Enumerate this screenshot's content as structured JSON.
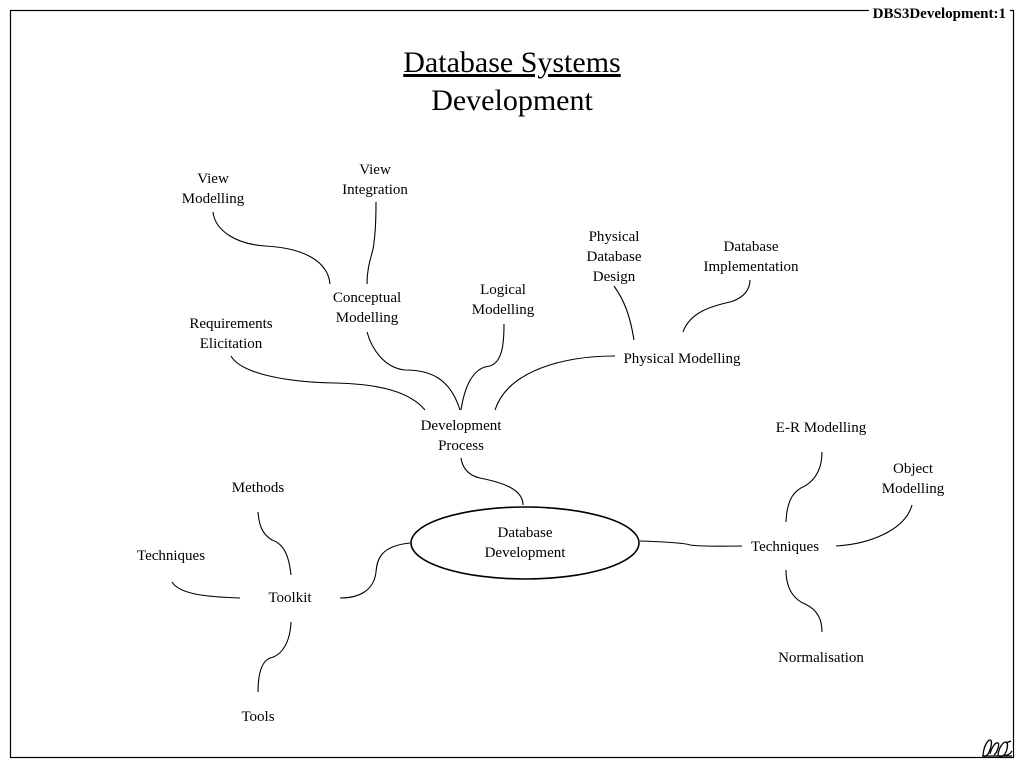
{
  "slide": {
    "tag": "DBS3Development:1",
    "title_line1": "Database Systems",
    "title_line2": "Development"
  },
  "nodes": {
    "database_development": "Database\nDevelopment",
    "development_process": "Development\nProcess",
    "requirements_elicitation": "Requirements\nElicitation",
    "conceptual_modelling": "Conceptual\nModelling",
    "view_modelling": "View\nModelling",
    "view_integration": "View\nIntegration",
    "logical_modelling": "Logical\nModelling",
    "physical_modelling": "Physical Modelling",
    "physical_database_design": "Physical\nDatabase\nDesign",
    "database_implementation": "Database\nImplementation",
    "toolkit": "Toolkit",
    "methods": "Methods",
    "toolkit_techniques": "Techniques",
    "tools": "Tools",
    "techniques": "Techniques",
    "er_modelling": "E-R Modelling",
    "object_modelling": "Object\nModelling",
    "normalisation": "Normalisation"
  },
  "icons": {
    "logo": "publisher-logo-icon"
  }
}
